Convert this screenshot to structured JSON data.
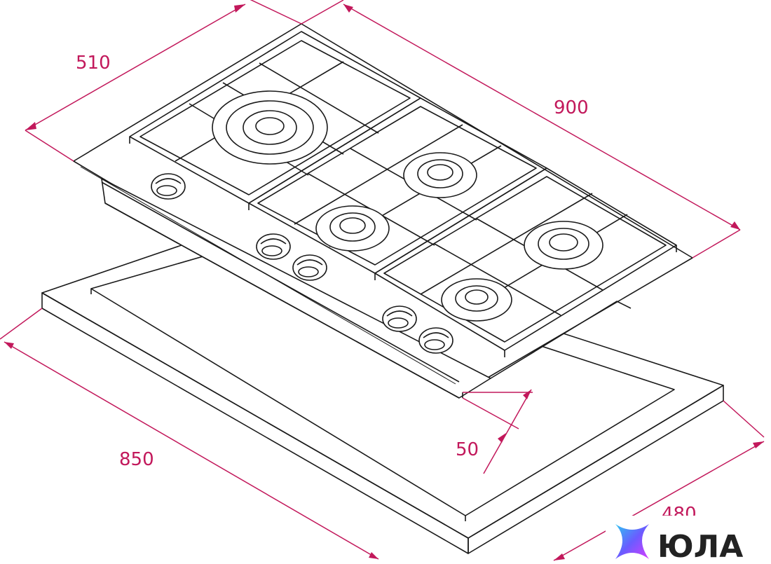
{
  "diagram": {
    "dimensions": {
      "depth": "510",
      "width": "900",
      "cutout_width": "850",
      "cutout_depth": "480",
      "height": "50"
    },
    "watermark": {
      "text": "ЮЛА"
    },
    "colors": {
      "dimension": "#c2185b",
      "outline": "#1a1a1a",
      "background": "#ffffff",
      "logo_gradient": [
        "#2ec4f2",
        "#6a5cff",
        "#d63cff"
      ]
    }
  }
}
